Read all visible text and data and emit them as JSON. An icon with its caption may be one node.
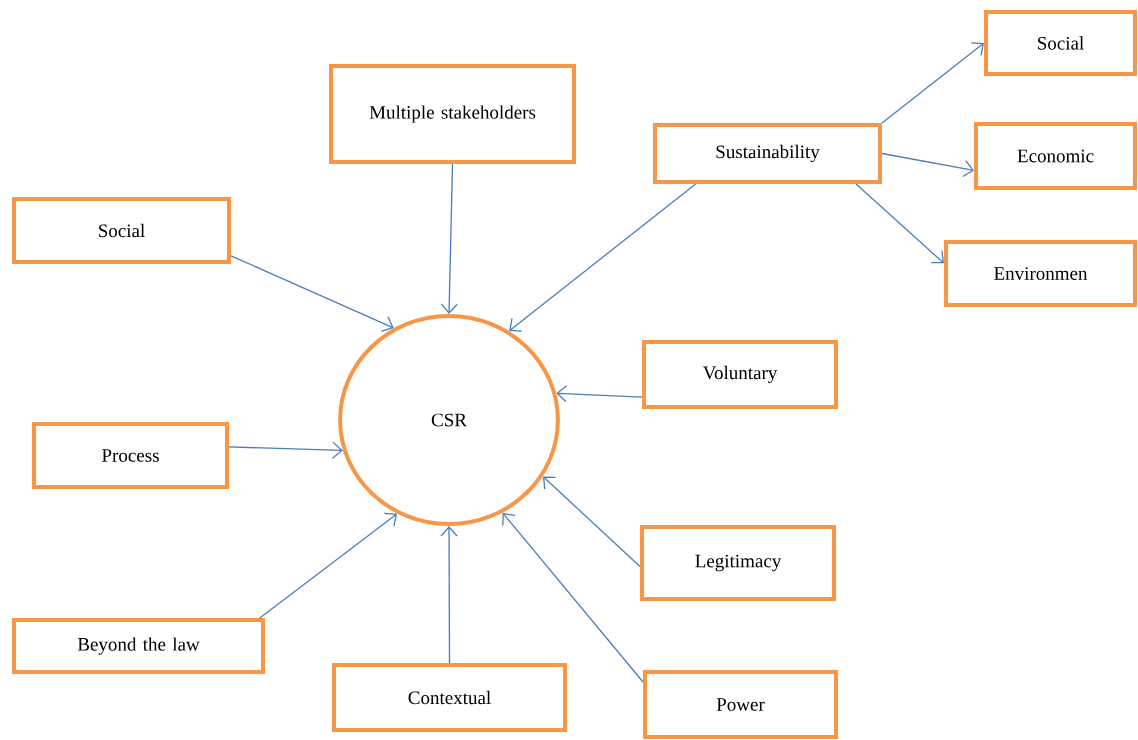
{
  "diagram": {
    "nodes": [
      {
        "text": [
          "CSR"
        ]
      },
      {
        "text": [
          "Multiple stakeholders"
        ]
      },
      {
        "text": [
          "Sustainability"
        ]
      },
      {
        "text": [
          "Social"
        ]
      },
      {
        "text": [
          "Economic"
        ]
      },
      {
        "text": [
          "Social"
        ]
      },
      {
        "text": [
          "Environmen"
        ]
      },
      {
        "text": [
          "Voluntary"
        ]
      },
      {
        "text": [
          "Process"
        ]
      },
      {
        "text": [
          "Legitimacy"
        ]
      },
      {
        "text": [
          "Beyond the law"
        ]
      },
      {
        "text": [
          "Contextual"
        ]
      },
      {
        "text": [
          "Power"
        ]
      }
    ],
    "edges": [
      {
        "from": 1,
        "to": 0,
        "arrow": "to"
      },
      {
        "from": 2,
        "to": 0,
        "arrow": "to"
      },
      {
        "from": 2,
        "to": 3,
        "arrow": "to"
      },
      {
        "from": 2,
        "to": 4,
        "arrow": "to"
      },
      {
        "from": 2,
        "to": 6,
        "arrow": "to"
      },
      {
        "from": 5,
        "to": 0,
        "arrow": "to"
      },
      {
        "from": 7,
        "to": 0,
        "arrow": "to"
      },
      {
        "from": 8,
        "to": 0,
        "arrow": "to"
      },
      {
        "from": 9,
        "to": 0,
        "arrow": "to"
      },
      {
        "from": 10,
        "to": 0,
        "arrow": "to"
      },
      {
        "from": 11,
        "to": 0,
        "arrow": "to"
      },
      {
        "from": 12,
        "to": 0,
        "arrow": "to"
      }
    ]
  }
}
